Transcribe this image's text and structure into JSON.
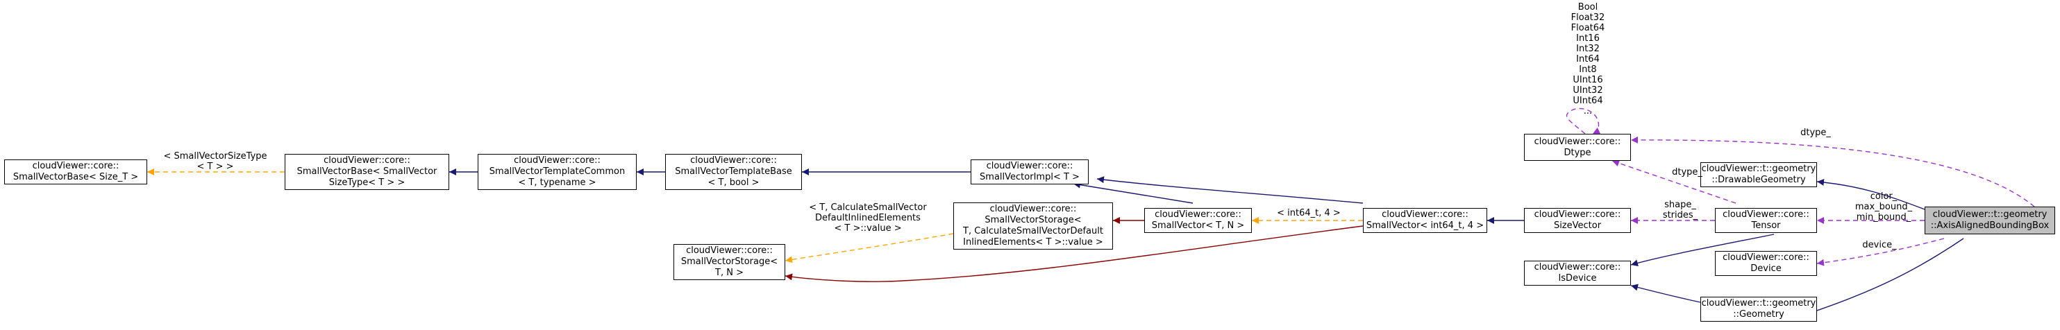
{
  "colors": {
    "inherit": "#191970",
    "template": "#ffa500",
    "usage": "#9a32cd",
    "private": "#8b0000",
    "focus_fill": "#bfbfbf"
  },
  "nodes": {
    "smallvectorbase_size": [
      "cloudViewer::core::",
      "SmallVectorBase< Size_T >"
    ],
    "smallvectorbase_sizetype": [
      "cloudViewer::core::",
      "SmallVectorBase< SmallVector",
      "SizeType< T > >"
    ],
    "template_common": [
      "cloudViewer::core::",
      "SmallVectorTemplateCommon",
      "< T, typename >"
    ],
    "template_base": [
      "cloudViewer::core::",
      "SmallVectorTemplateBase",
      "< T, bool >"
    ],
    "impl": [
      "cloudViewer::core::",
      "SmallVectorImpl< T >"
    ],
    "storage_tn": [
      "cloudViewer::core::",
      "SmallVectorStorage<",
      "T, N >"
    ],
    "storage_calc": [
      "cloudViewer::core::",
      "SmallVectorStorage<",
      "T, CalculateSmallVectorDefault",
      "InlinedElements< T >::value >"
    ],
    "smallvector_tn": [
      "cloudViewer::core::",
      "SmallVector< T, N >"
    ],
    "smallvector_int": [
      "cloudViewer::core::",
      "SmallVector< int64_t, 4 >"
    ],
    "sizevector": [
      "cloudViewer::core::",
      "SizeVector"
    ],
    "dtype": [
      "cloudViewer::core::",
      "Dtype"
    ],
    "isdevice": [
      "cloudViewer::core::",
      "IsDevice"
    ],
    "tensor": [
      "cloudViewer::core::",
      "Tensor"
    ],
    "device": [
      "cloudViewer::core::",
      "Device"
    ],
    "drawable": [
      "cloudViewer::t::geometry",
      "::DrawableGeometry"
    ],
    "geometry": [
      "cloudViewer::t::geometry",
      "::Geometry"
    ],
    "aabb": [
      "cloudViewer::t::geometry",
      "::AxisAlignedBoundingBox"
    ]
  },
  "labels": {
    "dtype_values": [
      "Bool",
      "Float32",
      "Float64",
      "Int16",
      "Int32",
      "Int64",
      "Int8",
      "UInt16",
      "UInt32",
      "UInt64",
      "..."
    ],
    "sizetype_param": [
      "< SmallVectorSizeType",
      "< T > >"
    ],
    "calc_param": [
      "< T, CalculateSmallVector",
      "DefaultInlinedElements",
      "< T >::value >"
    ],
    "int_param": [
      "< int64_t, 4 >"
    ],
    "dtype_member": [
      "dtype_"
    ],
    "dtype_member_tensor": [
      "dtype_"
    ],
    "shape_strides": [
      "shape_",
      "strides_"
    ],
    "tensor_members": [
      "color_",
      "max_bound_",
      "min_bound_"
    ],
    "device_member": [
      "device_"
    ]
  }
}
